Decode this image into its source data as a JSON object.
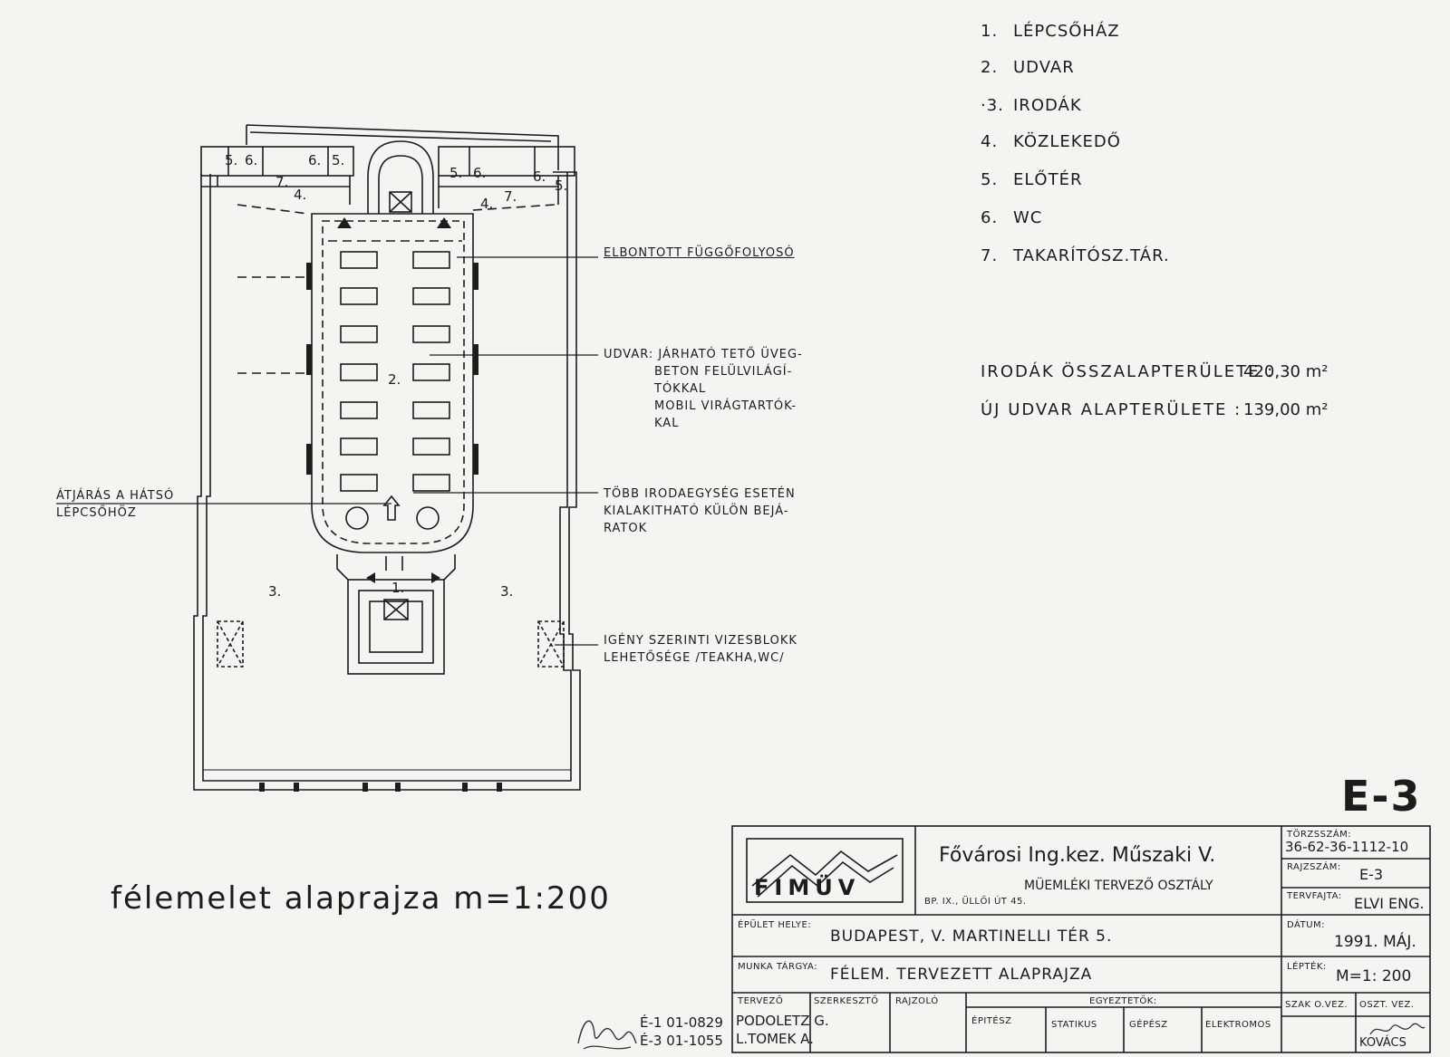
{
  "legend": {
    "items": [
      {
        "num": "1.",
        "label": "LÉPCSŐHÁZ"
      },
      {
        "num": "2.",
        "label": "UDVAR"
      },
      {
        "num": "·3.",
        "label": "IRODÁK"
      },
      {
        "num": "4.",
        "label": "KÖZLEKEDŐ"
      },
      {
        "num": "5.",
        "label": "ELŐTÉR"
      },
      {
        "num": "6.",
        "label": "WC"
      },
      {
        "num": "7.",
        "label": "TAKARÍTÓSZ.TÁR."
      }
    ]
  },
  "stats": {
    "offices_label": "IRODÁK ÖSSZALAPTERÜLETE :",
    "offices_value": "420,30 m²",
    "courtyard_label": "ÚJ UDVAR ALAPTERÜLETE :",
    "courtyard_value": "139,00 m²"
  },
  "annotations": {
    "removed_corridor": "ELBONTOTT FÜGGŐFOLYOSÓ",
    "courtyard_line1": "UDVAR: JÁRHATÓ TETŐ ÜVEG-",
    "courtyard_line2": "BETON FELÜLVILÁGÍ-",
    "courtyard_line3": "TÓKKAL",
    "courtyard_line4": "MOBIL VIRÁGTARTÓK-",
    "courtyard_line5": "KAL",
    "passage_line1": "ÁTJÁRÁS A HÁTSÓ",
    "passage_line2": "LÉPCSŐHÖZ",
    "entrances_line1": "TÖBB IRODAEGYSÉG ESETÉN",
    "entrances_line2": "KIALAKITHATÓ KÜLÖN BEJÁ-",
    "entrances_line3": "RATOK",
    "wetblock_line1": "IGÉNY SZERINTI VIZESBLOKK",
    "wetblock_line2": "LEHETŐSÉGE /TEAKHA,WC/"
  },
  "room_labels": {
    "r5a": "5.",
    "r6a": "6.",
    "r7a": "7.",
    "r6b": "6.",
    "r5b": "5.",
    "r4a": "4.",
    "r5c": "5.",
    "r6c": "6.",
    "r7b": "7.",
    "r6d": "6.",
    "r5d": "5.",
    "r4b": "4.",
    "courtyard": "2.",
    "stair": "1.",
    "office_left": "3.",
    "office_right": "3."
  },
  "caption": "félemelet alaprajza m=1:200",
  "sheet_code": "E-3",
  "title_block": {
    "logo_text": "FIMÜV",
    "company": "Fővárosi Ing.kez. Műszaki V.",
    "department": "MÜEMLÉKI TERVEZŐ OSZTÁLY",
    "address": "BP. IX., ÜLLŐI ÚT 45.",
    "torzsszam_label": "TÖRZSSZÁM:",
    "torzsszam_value": "36-62-36-1112-10",
    "rajzszam_label": "RAJZSZÁM:",
    "rajzszam_value": "E-3",
    "tervfajta_label": "TERVFAJTA:",
    "tervfajta_value": "ELVI ENG.",
    "epulet_label": "ÉPÜLET HELYE:",
    "epulet_value": "BUDAPEST, V. MARTINELLI TÉR 5.",
    "datum_label": "DÁTUM:",
    "datum_value": "1991. MÁJ.",
    "munka_label": "MUNKA TÁRGYA:",
    "munka_value": "FÉLEM. TERVEZETT ALAPRAJZA",
    "leptek_label": "LÉPTÉK:",
    "leptek_value": "M=1: 200",
    "tervezo_label": "TERVEZŐ",
    "szerkeszto_label": "SZERKESZTŐ",
    "rajzolo_label": "RAJZOLÓ",
    "egyeztetok_label": "EGYEZTETŐK:",
    "szak_label": "SZAK O.VEZ.",
    "oszt_label": "OSZT. VEZ.",
    "epitesz_label": "ÉPITÉSZ",
    "statikus_label": "STATIKUS",
    "gepesz_label": "GÉPÉSZ",
    "elektromos_label": "ELEKTROMOS",
    "tervezo1": "PODOLETZ G.",
    "tervezo2": "L.TOMEK A.",
    "oszt_name": "KOVÁCS",
    "ref1_code": "É-1",
    "ref1_num": "01-0829",
    "ref2_code": "É-3",
    "ref2_num": "01-1055"
  }
}
